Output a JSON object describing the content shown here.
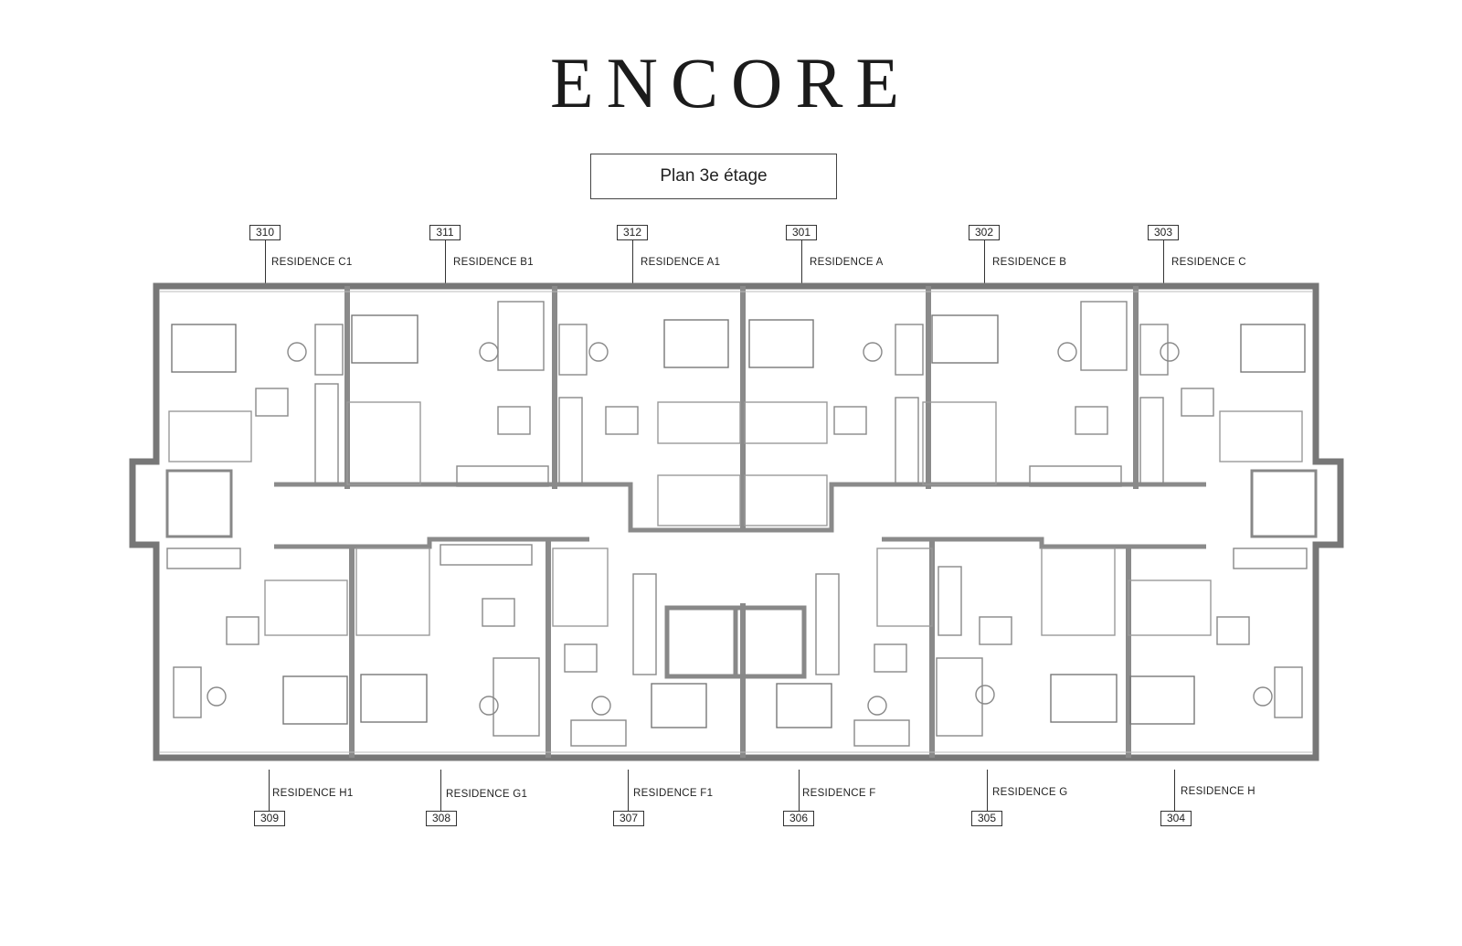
{
  "brand": "ENCORE",
  "plan_title": "Plan 3e étage",
  "units_top": [
    {
      "number": "310",
      "residence": "RESIDENCE C1"
    },
    {
      "number": "311",
      "residence": "RESIDENCE B1"
    },
    {
      "number": "312",
      "residence": "RESIDENCE A1"
    },
    {
      "number": "301",
      "residence": "RESIDENCE A"
    },
    {
      "number": "302",
      "residence": "RESIDENCE B"
    },
    {
      "number": "303",
      "residence": "RESIDENCE C"
    }
  ],
  "units_bottom": [
    {
      "number": "309",
      "residence": "RESIDENCE H1"
    },
    {
      "number": "308",
      "residence": "RESIDENCE G1"
    },
    {
      "number": "307",
      "residence": "RESIDENCE F1"
    },
    {
      "number": "306",
      "residence": "RESIDENCE F"
    },
    {
      "number": "305",
      "residence": "RESIDENCE G"
    },
    {
      "number": "304",
      "residence": "RESIDENCE H"
    }
  ]
}
